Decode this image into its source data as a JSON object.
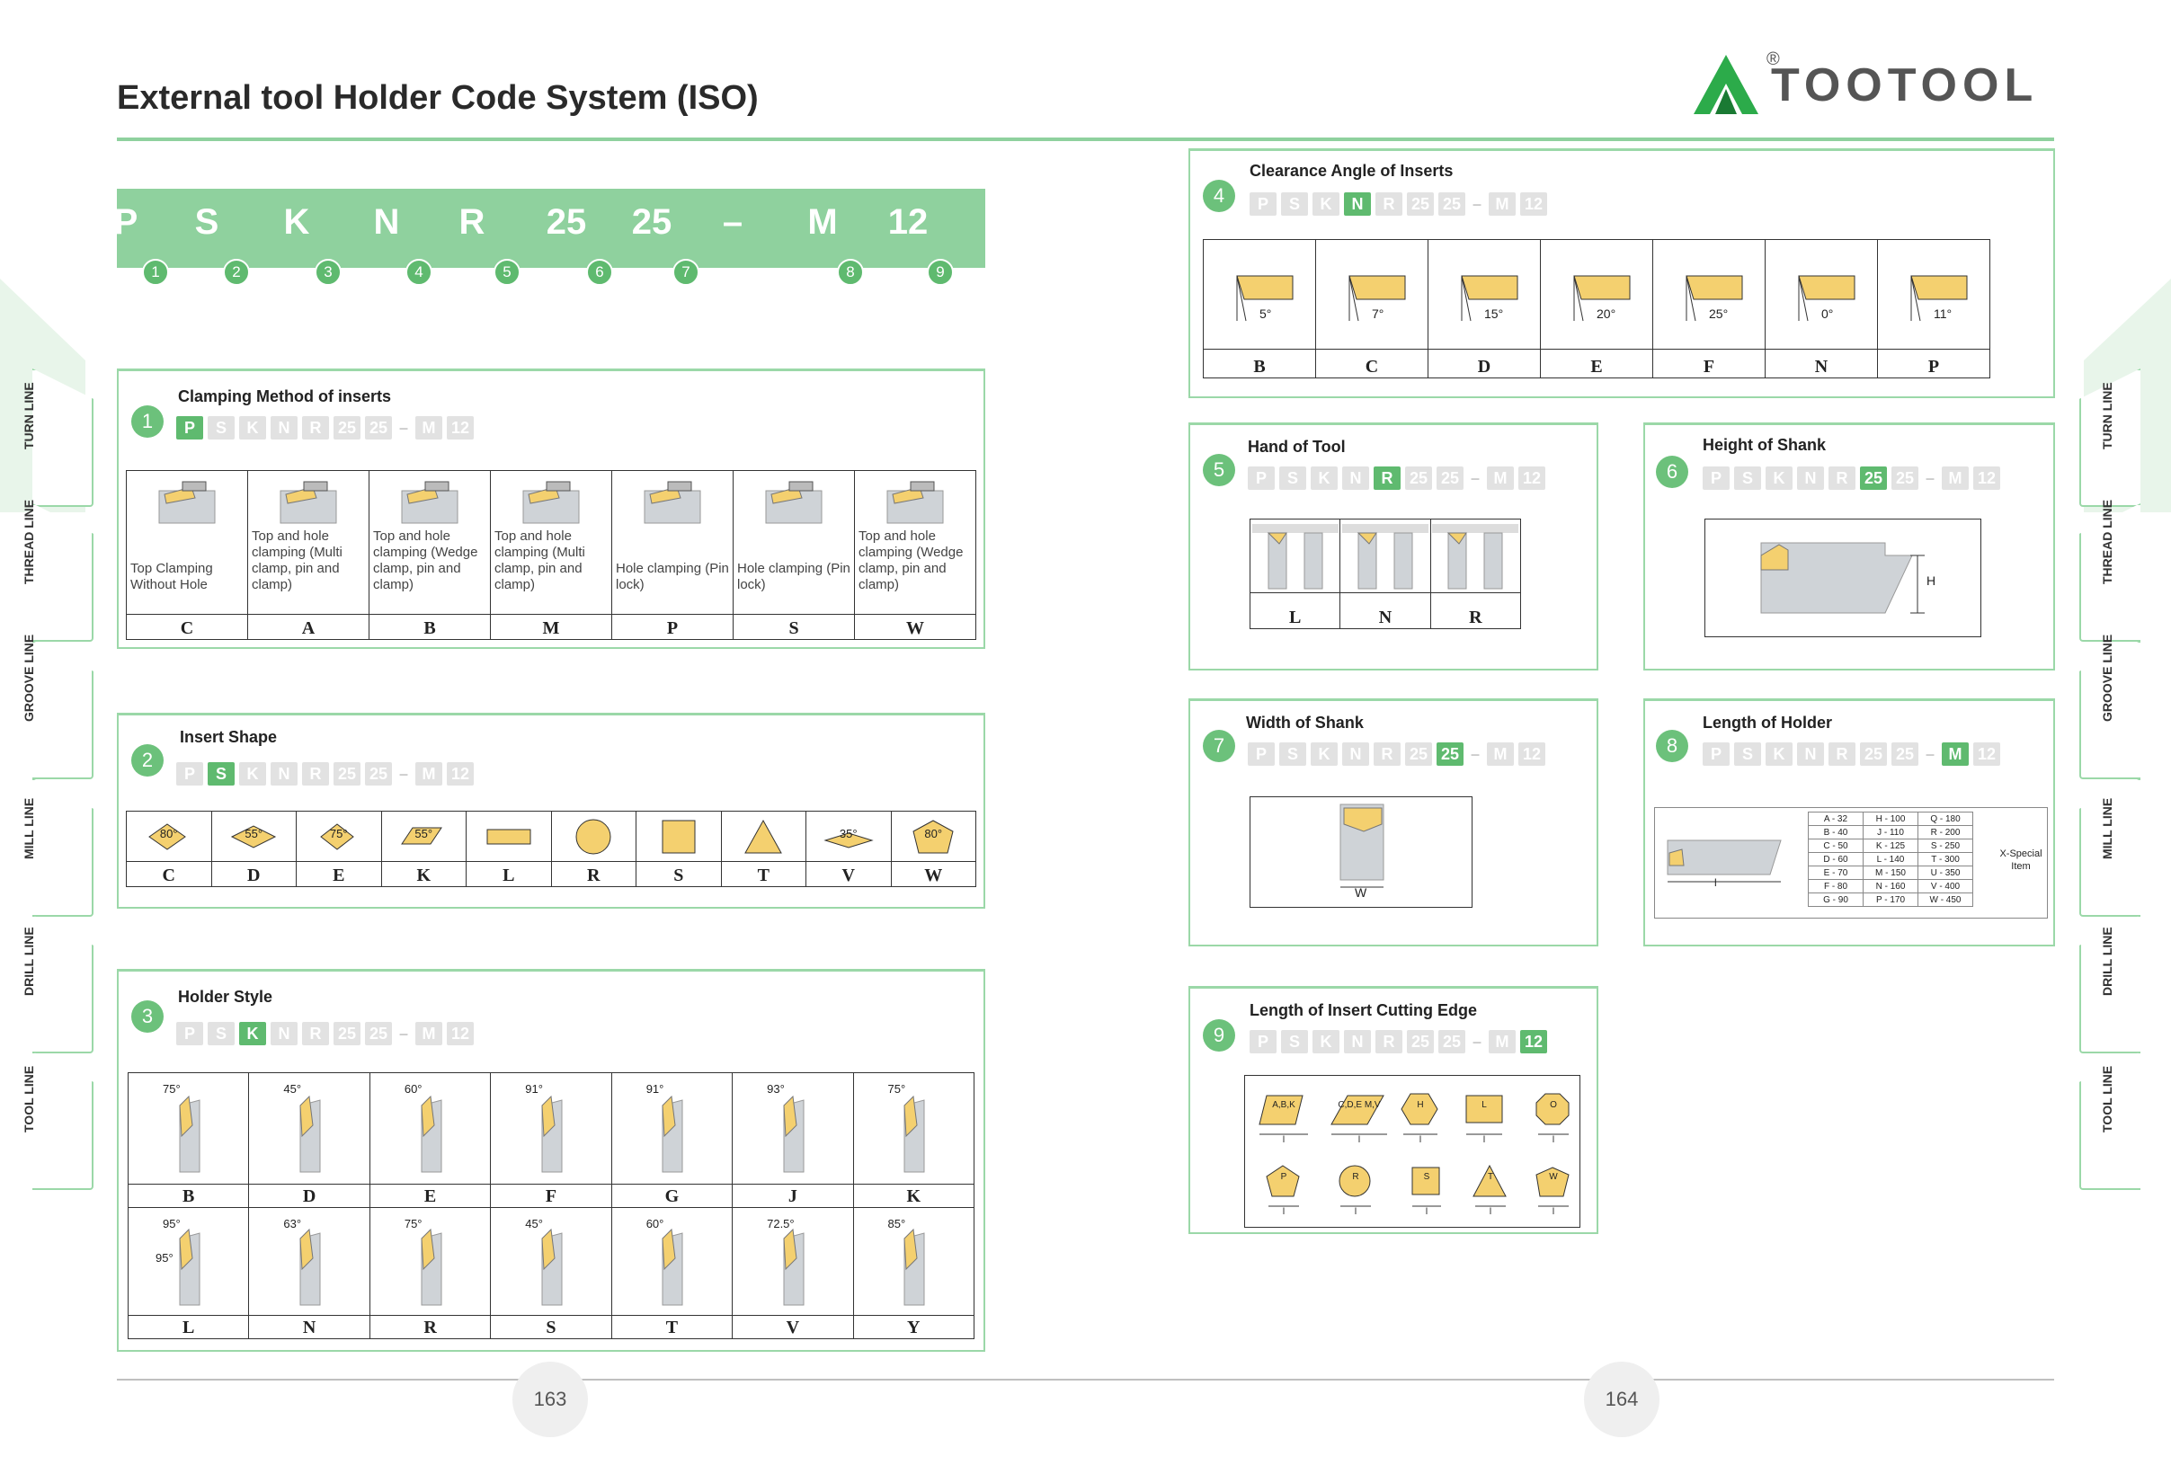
{
  "header": {
    "title": "External tool Holder Code System (ISO)",
    "brand": "TOOTOOL",
    "registered": "®"
  },
  "code": {
    "chars": [
      "P",
      "S",
      "K",
      "N",
      "R",
      "25",
      "25",
      "–",
      "M",
      "12"
    ],
    "nums": [
      "1",
      "2",
      "3",
      "4",
      "5",
      "6",
      "7",
      "8",
      "9"
    ]
  },
  "mini_chars": [
    "P",
    "S",
    "K",
    "N",
    "R",
    "25",
    "25",
    "–",
    "M",
    "12"
  ],
  "side_tabs": [
    "TURN LINE",
    "THREAD LINE",
    "GROOVE LINE",
    "MILL LINE",
    "DRILL LINE",
    "TOOL LINE"
  ],
  "pages": {
    "left": "163",
    "right": "164"
  },
  "p1": {
    "num": "1",
    "title": "Clamping Method of inserts",
    "items": [
      {
        "desc": "Top Clamping Without Hole",
        "code": "C"
      },
      {
        "desc": "Top and hole clamping (Multi clamp, pin and clamp)",
        "code": "A"
      },
      {
        "desc": "Top and hole clamping (Wedge clamp, pin and clamp)",
        "code": "B"
      },
      {
        "desc": "Top and hole clamping (Multi clamp, pin and clamp)",
        "code": "M"
      },
      {
        "desc": "Hole clamping (Pin lock)",
        "code": "P"
      },
      {
        "desc": "Hole clamping (Pin lock)",
        "code": "S"
      },
      {
        "desc": "Top and hole clamping (Wedge clamp, pin and clamp)",
        "code": "W"
      }
    ]
  },
  "p2": {
    "num": "2",
    "title": "Insert Shape",
    "items": [
      {
        "code": "C",
        "angle": "80°"
      },
      {
        "code": "D",
        "angle": "55°"
      },
      {
        "code": "E",
        "angle": "75°"
      },
      {
        "code": "K",
        "angle": "55°"
      },
      {
        "code": "L",
        "angle": ""
      },
      {
        "code": "R",
        "angle": ""
      },
      {
        "code": "S",
        "angle": ""
      },
      {
        "code": "T",
        "angle": ""
      },
      {
        "code": "V",
        "angle": "35°"
      },
      {
        "code": "W",
        "angle": "80°"
      }
    ]
  },
  "p3": {
    "num": "3",
    "title": "Holder Style",
    "row1": [
      {
        "code": "B",
        "angle": "75°"
      },
      {
        "code": "D",
        "angle": "45°"
      },
      {
        "code": "E",
        "angle": "60°"
      },
      {
        "code": "F",
        "angle": "91°"
      },
      {
        "code": "G",
        "angle": "91°"
      },
      {
        "code": "J",
        "angle": "93°"
      },
      {
        "code": "K",
        "angle": "75°"
      }
    ],
    "row2": [
      {
        "code": "L",
        "angle": "95°",
        "angle2": "95°"
      },
      {
        "code": "N",
        "angle": "63°"
      },
      {
        "code": "R",
        "angle": "75°"
      },
      {
        "code": "S",
        "angle": "45°"
      },
      {
        "code": "T",
        "angle": "60°"
      },
      {
        "code": "V",
        "angle": "72.5°"
      },
      {
        "code": "Y",
        "angle": "85°"
      }
    ]
  },
  "p4": {
    "num": "4",
    "title": "Clearance Angle of Inserts",
    "items": [
      {
        "code": "B",
        "angle": "5°"
      },
      {
        "code": "C",
        "angle": "7°"
      },
      {
        "code": "D",
        "angle": "15°"
      },
      {
        "code": "E",
        "angle": "20°"
      },
      {
        "code": "F",
        "angle": "25°"
      },
      {
        "code": "N",
        "angle": "0°"
      },
      {
        "code": "P",
        "angle": "11°"
      }
    ]
  },
  "p5": {
    "num": "5",
    "title": "Hand of Tool",
    "items": [
      "L",
      "N",
      "R"
    ]
  },
  "p6": {
    "num": "6",
    "title": "Height of Shank",
    "dim": "H"
  },
  "p7": {
    "num": "7",
    "title": "Width of Shank",
    "dim": "W"
  },
  "p8": {
    "num": "8",
    "title": "Length of Holder",
    "dim": "l",
    "table": [
      [
        "A - 32",
        "H - 100",
        "Q - 180"
      ],
      [
        "B - 40",
        "J - 110",
        "R - 200"
      ],
      [
        "C - 50",
        "K - 125",
        "S - 250"
      ],
      [
        "D - 60",
        "L - 140",
        "T - 300"
      ],
      [
        "E - 70",
        "M - 150",
        "U - 350"
      ],
      [
        "F - 80",
        "N - 160",
        "V - 400"
      ],
      [
        "G - 90",
        "P - 170",
        "W - 450"
      ]
    ],
    "special": "X-Special Item"
  },
  "p9": {
    "num": "9",
    "title": "Length of Insert Cutting Edge",
    "items": [
      "A,B,K",
      "C,D,E M,V",
      "H",
      "L",
      "O",
      "P",
      "R",
      "S",
      "T",
      "W"
    ],
    "dim": "l"
  },
  "colors": {
    "green": "#8fd19e",
    "accent": "#5fba6f",
    "insert": "#f4d06f",
    "holder": "#d0d4d8"
  }
}
